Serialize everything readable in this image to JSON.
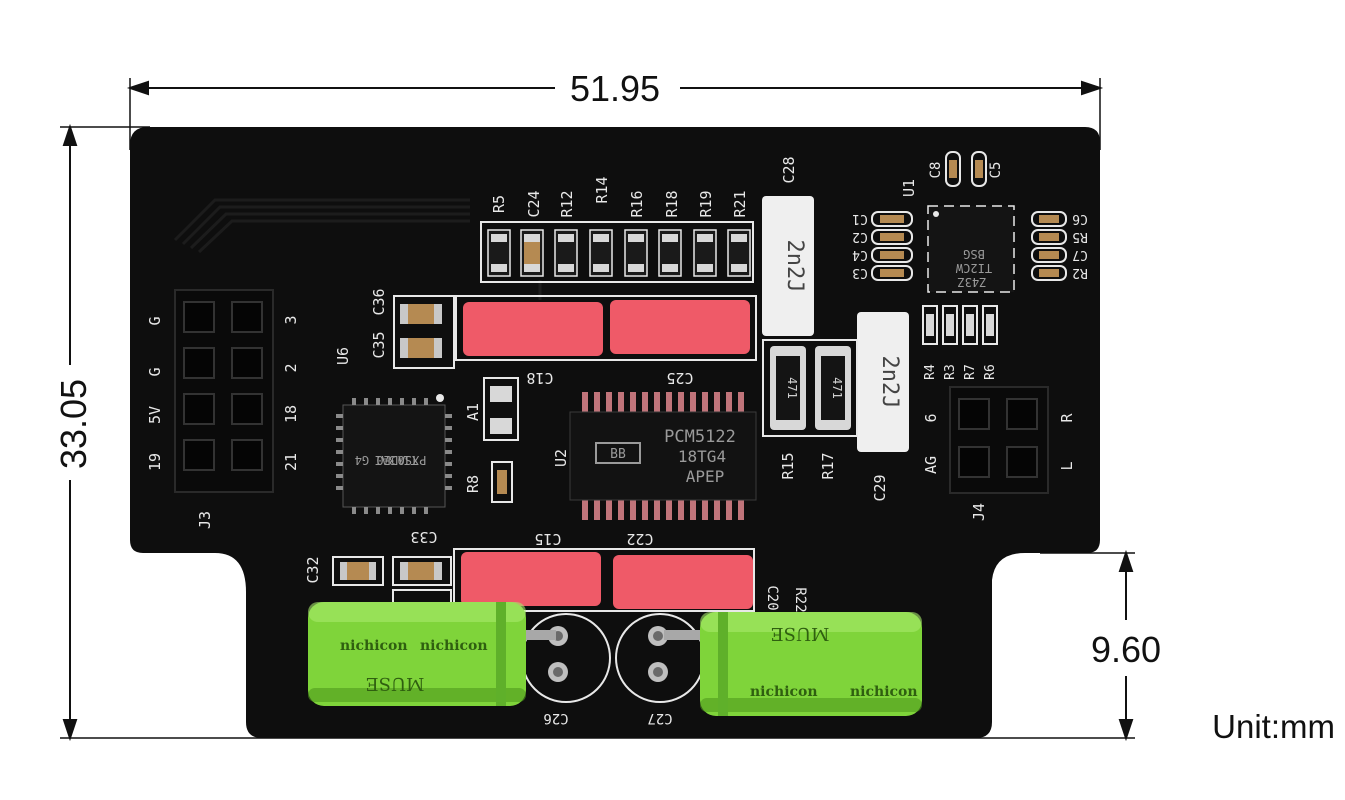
{
  "dimensions": {
    "width": "51.95",
    "height": "33.05",
    "tab_height": "9.60",
    "unit": "Unit:mm"
  },
  "colors": {
    "pcb": "#0e0e0e",
    "silkscreen": "#e8e8e8",
    "film_capacitor": "#ef5a68",
    "electrolytic": "#7fd43a",
    "dimension_line": "#111111"
  },
  "silkscreen": {
    "top_labels": [
      "R5",
      "C24",
      "R12",
      "R14",
      "R16",
      "R18",
      "R19",
      "R21"
    ],
    "c28": "C28",
    "u1": "U1",
    "c8": "C8",
    "c5": "C5",
    "left_cap_labels": [
      "C1",
      "C2",
      "C4",
      "C3"
    ],
    "right_cap_labels": [
      "C6",
      "R5",
      "C7",
      "R2"
    ],
    "r_row_labels": [
      "R4",
      "R3",
      "R7",
      "R6"
    ],
    "c36": "C36",
    "c35": "C35",
    "u6": "U6",
    "c18": "C18",
    "c25": "C25",
    "a1": "A1",
    "r8": "R8",
    "u2": "U2",
    "r15": "R15",
    "r17": "R17",
    "c29": "C29",
    "c32": "C32",
    "c33": "C33",
    "c15": "C15",
    "c22": "C22",
    "c20": "C20",
    "r22": "R22",
    "c26": "C26",
    "c27": "C27",
    "j3": "J3",
    "j4": "J4",
    "j3_left": [
      "G",
      "G",
      "5V",
      "19"
    ],
    "j3_right": [
      "3",
      "2",
      "18",
      "21"
    ],
    "j4_left": [
      "6",
      "AG"
    ],
    "j4_right": [
      "R",
      "L"
    ]
  },
  "chips": {
    "u2_lines": [
      "PCM5122",
      "18TG4",
      "APEP"
    ],
    "u2_logo": "BB",
    "u6_lines": [
      "PXS0",
      "TI 3AI",
      "ADE0 G4"
    ],
    "u1_lines": [
      "BSG",
      "TI2CW",
      "Z43Z"
    ]
  },
  "capacitor_values": {
    "c28": "2n2J",
    "c29": "2n2J",
    "r15": "471",
    "r17": "471"
  },
  "electrolytics": {
    "brand": "nichicon",
    "series": "MUSE"
  }
}
